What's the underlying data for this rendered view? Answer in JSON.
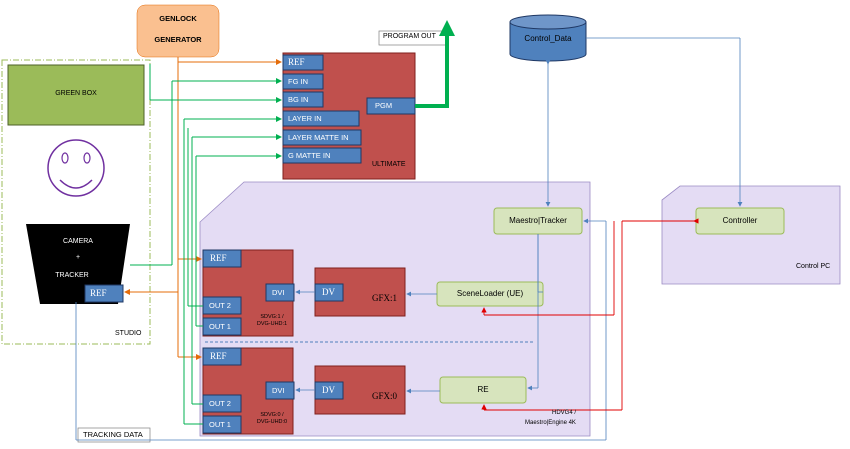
{
  "genlock": {
    "line1": "GENLOCK",
    "line2": "GENERATOR"
  },
  "program_out": "PROGRAM OUT",
  "control_data": "Control_Data",
  "studio": {
    "green_box": "GREEN BOX",
    "camera": "CAMERA",
    "plus": "+",
    "tracker": "TRACKER",
    "ref": "REF",
    "label": "STUDIO"
  },
  "ultimate": {
    "name": "ULTIMATE",
    "inputs": [
      "REF",
      "FG IN",
      "BG IN",
      "LAYER IN",
      "LAYER MATTE IN",
      "G MATTE IN"
    ],
    "output": "PGM"
  },
  "engine_region": {
    "line1": "HDVG4 /",
    "line2": "Maestro|Engine 4K"
  },
  "maestro_tracker": "Maestro|Tracker",
  "sceneloader": "SceneLoader (UE)",
  "re": "RE",
  "control_pc": {
    "label": "Control PC",
    "controller": "Controller"
  },
  "hdvg1": {
    "ref": "REF",
    "out2": "OUT 2",
    "out1": "OUT 1",
    "dvi": "DVI",
    "line1": "SDVG:1 /",
    "line2": "DVG-UHD:1"
  },
  "hdvg0": {
    "ref": "REF",
    "out2": "OUT 2",
    "out1": "OUT 1",
    "dvi": "DVI",
    "line1": "SDVG:0 /",
    "line2": "DVG-UHD:0"
  },
  "gfx1": {
    "dv": "DV",
    "name": "GFX:1"
  },
  "gfx0": {
    "dv": "DV",
    "name": "GFX:0"
  },
  "tracking_data": "TRACKING DATA",
  "colors": {
    "red_box": "#c0504d",
    "port_blue": "#4f81bd",
    "light_green": "#d7e4bd",
    "green_box": "#9bbb59",
    "lavender": "#e4dcf4",
    "orange_genlock": "#fac090",
    "green_signal": "#00b050",
    "link_blue": "#4f81bd",
    "link_red": "#e00000",
    "link_orange": "#e46c0a"
  }
}
